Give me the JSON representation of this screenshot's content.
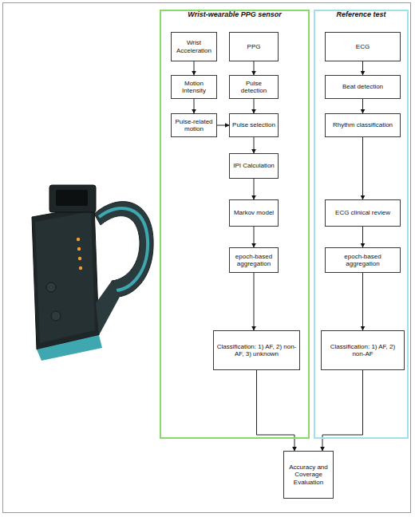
{
  "diagram": {
    "nodes": [
      {
        "text": [
          "Wrist-wearable PPG sensor"
        ]
      },
      {
        "text": [
          "Wrist Acceleration"
        ],
        "in": 0
      },
      {
        "text": [
          "PPG"
        ],
        "in": 0
      },
      {
        "text": [
          "Motion Intensity"
        ],
        "in": 0
      },
      {
        "text": [
          "Pulse detection"
        ],
        "in": 0
      },
      {
        "text": [
          "Pulse-related motion"
        ],
        "in": 0
      },
      {
        "text": [
          "Pulse selection"
        ],
        "in": 0
      },
      {
        "text": [
          "IPI Calculation"
        ],
        "in": 0
      },
      {
        "text": [
          "Markov model"
        ],
        "in": 0
      },
      {
        "text": [
          "epoch-based aggregation"
        ],
        "in": 0
      },
      {
        "text": [
          "Classification: 1) AF, 2) non-AF, 3) unknown"
        ],
        "in": 0
      },
      {
        "text": [
          "Reference test"
        ]
      },
      {
        "text": [
          "ECG"
        ],
        "in": 11
      },
      {
        "text": [
          "Beat detection"
        ],
        "in": 11
      },
      {
        "text": [
          "Rhythm classification"
        ],
        "in": 11
      },
      {
        "text": [
          "ECG clinical review"
        ],
        "in": 11
      },
      {
        "text": [
          "epoch-based aggregation"
        ],
        "in": 11
      },
      {
        "text": [
          "Classification: 1) AF, 2) non-AF"
        ],
        "in": 11
      },
      {
        "text": [
          "Accuracy and Coverage Evaluation"
        ]
      }
    ],
    "edges": [
      {
        "from": 1,
        "to": 3,
        "arrow": "to"
      },
      {
        "from": 3,
        "to": 5,
        "arrow": "to"
      },
      {
        "from": 5,
        "to": 6,
        "arrow": "to"
      },
      {
        "from": 2,
        "to": 4,
        "arrow": "to"
      },
      {
        "from": 4,
        "to": 6,
        "arrow": "to"
      },
      {
        "from": 6,
        "to": 7,
        "arrow": "to"
      },
      {
        "from": 7,
        "to": 8,
        "arrow": "to"
      },
      {
        "from": 8,
        "to": 9,
        "arrow": "to"
      },
      {
        "from": 9,
        "to": 10,
        "arrow": "to"
      },
      {
        "from": 12,
        "to": 13,
        "arrow": "to"
      },
      {
        "from": 13,
        "to": 14,
        "arrow": "to"
      },
      {
        "from": 14,
        "to": 15,
        "arrow": "to"
      },
      {
        "from": 15,
        "to": 16,
        "arrow": "to"
      },
      {
        "from": 16,
        "to": 17,
        "arrow": "to"
      },
      {
        "from": 10,
        "to": 18,
        "arrow": "to"
      },
      {
        "from": 17,
        "to": 18,
        "arrow": "to"
      }
    ]
  }
}
